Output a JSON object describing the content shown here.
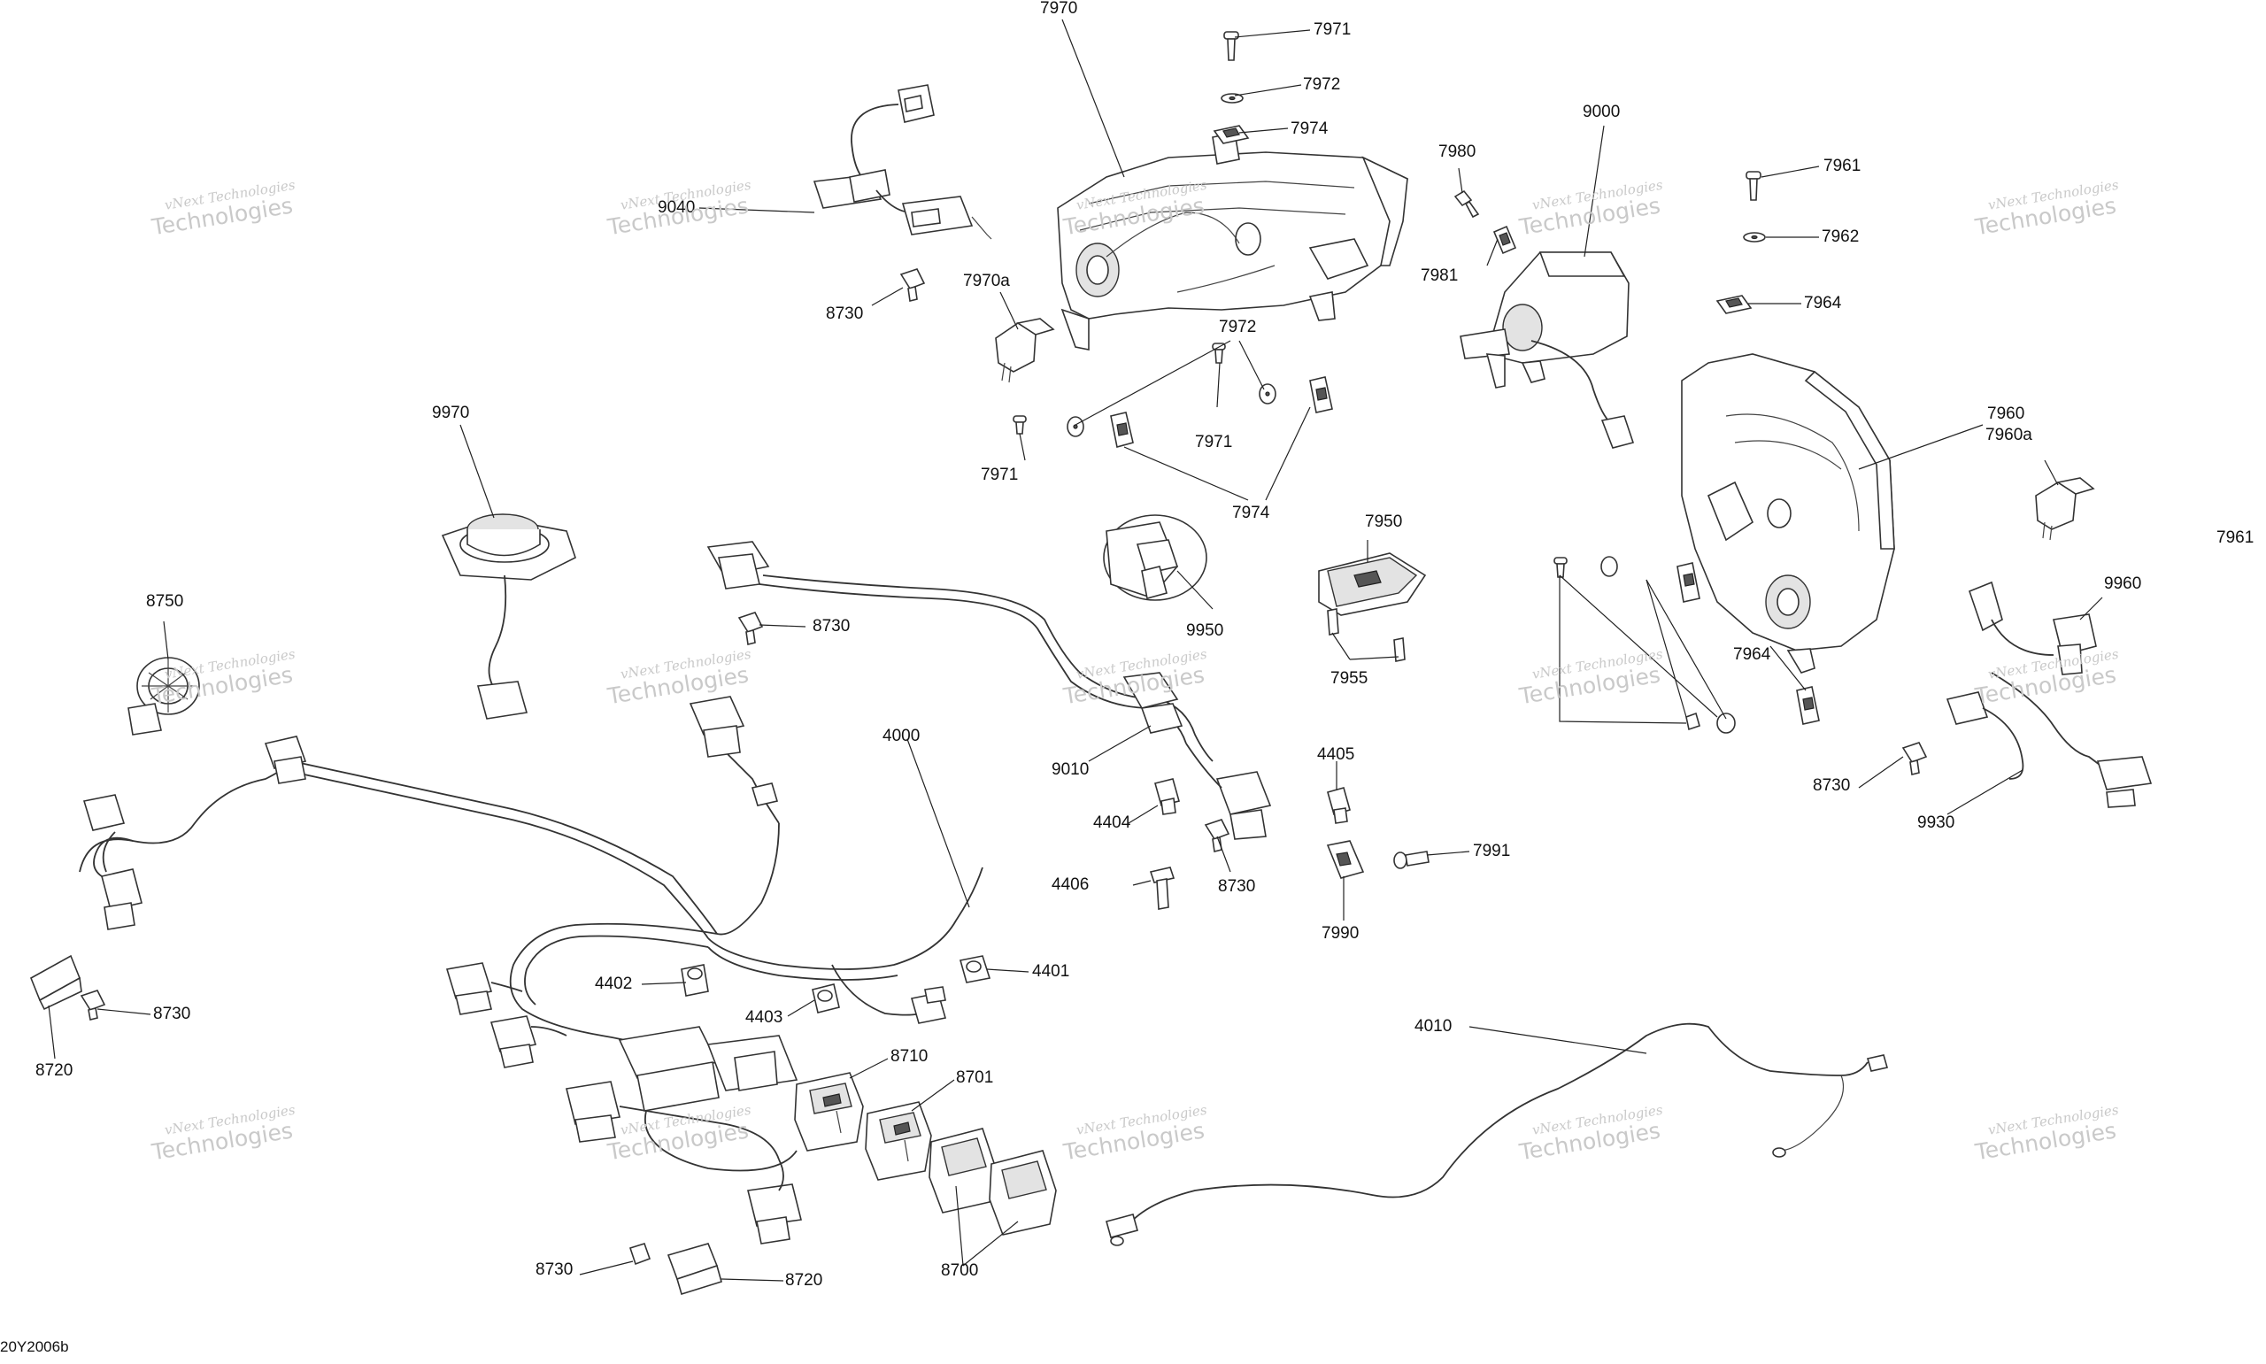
{
  "diagram": {
    "drawing_code": "20Y2006b",
    "watermark": {
      "line1": "vNext Technologies",
      "line2": "Technologies"
    },
    "labels": {
      "l7970": "7970",
      "l7971a": "7971",
      "l7972a": "7972",
      "l7974a": "7974",
      "l9040": "9040",
      "l8730a": "8730",
      "l7970a": "7970a",
      "l7972b": "7972",
      "l7971b": "7971",
      "l7971c": "7971",
      "l7974b": "7974",
      "l7980": "7980",
      "l7981": "7981",
      "l9000": "9000",
      "l7961a": "7961",
      "l7962": "7962",
      "l7964a": "7964",
      "l7960": "7960",
      "l7960a": "7960a",
      "l7961b": "7961",
      "l9970": "9970",
      "l8750": "8750",
      "l8730b": "8730",
      "l9950": "9950",
      "l7950": "7950",
      "l7955": "7955",
      "l7964b": "7964",
      "l9960": "9960",
      "l8730c": "8730",
      "l9930": "9930",
      "l4000": "4000",
      "l9010": "9010",
      "l4405": "4405",
      "l4404": "4404",
      "l8730d": "8730",
      "l4406": "4406",
      "l7991": "7991",
      "l7990": "7990",
      "l8730e": "8730",
      "l8720a": "8720",
      "l4402": "4402",
      "l4403": "4403",
      "l4401": "4401",
      "l8710": "8710",
      "l8701": "8701",
      "l4010": "4010",
      "l8730f": "8730",
      "l8720b": "8720",
      "l8700": "8700"
    }
  }
}
